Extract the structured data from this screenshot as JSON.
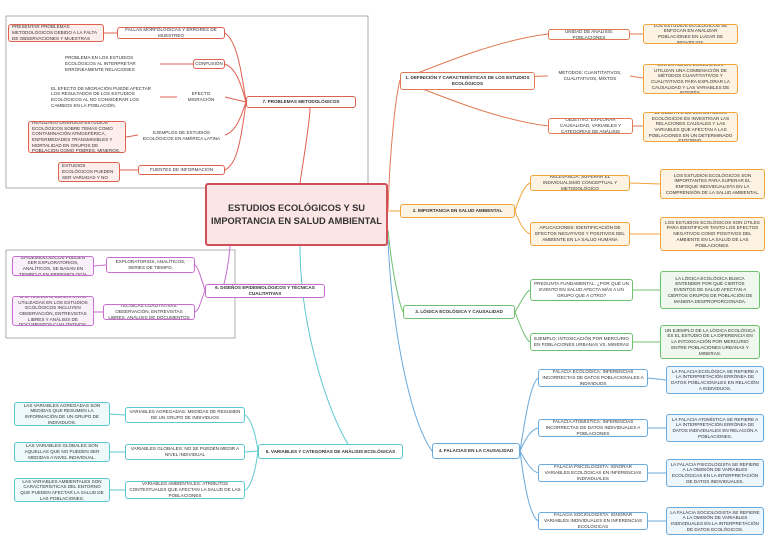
{
  "central": "ESTUDIOS ECOLÓGICOS Y SU IMPORTANCIA EN SALUD AMBIENTAL",
  "branch1": {
    "title": "1. DEFINICIÓN Y CARACTERÍSTICAS DE LOS ESTUDIOS ECOLÓGICOS",
    "a_label": "UNIDAD DE ANÁLISIS: POBLACIONES",
    "a_detail": "LOS ESTUDIOS ECOLÓGICOS SE ENFOCAN EN ANALIZAR POBLACIONES EN LUGAR DE INDIVIDUOS.",
    "b_label": "MÉTODOS: CUANTITATIVOS, CUALITATIVOS, MIXTOS",
    "b_detail": "LOS ESTUDIOS ECOLÓGICOS UTILIZAN UNA COMBINACIÓN DE MÉTODOS CUANTITATIVOS Y CUALITATIVOS PARA EXPLORAR LA CAUSALIDAD Y LAS VARIABLES DE INTERÉS.",
    "c_label": "OBJETIVO: EXPLORAR CAUSALIDAD, VARIABLES Y CATEGORÍAS DE ANÁLISIS",
    "c_detail": "EL OBJETIVO DE LOS ESTUDIOS ECOLÓGICOS ES INVESTIGAR LAS RELACIONES CAUSALES Y LAS VARIABLES QUE AFECTAN A LAS POBLACIONES EN UN DETERMINADO ENTORNO."
  },
  "branch2": {
    "title": "2. IMPORTANCIA EN SALUD AMBIENTAL",
    "a_label": "RELEVANCIA: SUPERAR EL INDIVIDUALISMO CONCEPTUAL Y METODOLÓGICO",
    "a_detail": "LOS ESTUDIOS ECOLÓGICOS SON IMPORTANTES PARA SUPERAR EL ENFOQUE INDIVIDUALISTA EN LA COMPRENSIÓN DE LA SALUD AMBIENTAL.",
    "b_label": "APLICACIONES: IDENTIFICACIÓN DE EFECTOS NEGATIVOS Y POSITIVOS DEL AMBIENTE EN LA SALUD HUMANA",
    "b_detail": "LOS ESTUDIOS ECOLÓGICOS SON ÚTILES PARA IDENTIFICAR TANTO LOS EFECTOS NEGATIVOS COMO POSITIVOS DEL AMBIENTE EN LA SALUD DE LAS POBLACIONES."
  },
  "branch3": {
    "title": "3. LÓGICA ECOLÓGICA Y CAUSALIDAD",
    "a_label": "PREGUNTA FUNDAMENTAL: ¿POR QUÉ UN EVENTO EN SALUD AFECTA MÁS A UN GRUPO QUE A OTRO?",
    "a_detail": "LA LÓGICA ECOLÓGICA BUSCA ENTENDER POR QUÉ CIERTOS EVENTOS DE SALUD AFECTAN A CIERTOS GRUPOS DE POBLACIÓN DE MANERA DESPROPORCIONADA.",
    "b_label": "EJEMPLO: INTOXICACIÓN POR MERCURIO EN POBLACIONES URBANAS VS. MINERAS",
    "b_detail": "UN EJEMPLO DE LA LÓGICA ECOLÓGICA ES EL ESTUDIO DE LA DIFERENCIA EN LA INTOXICACIÓN POR MERCURIO ENTRE POBLACIONES URBANAS Y MINERAS."
  },
  "branch4": {
    "title": "4. FALACIAS EN LA CAUSALIDAD",
    "a_label": "FALACIA ECOLÓGICA: INFERENCIAS INCORRECTAS DE DATOS POBLACIONALES A INDIVIDUOS",
    "a_detail": "LA FALACIA ECOLÓGICA SE REFIERE A LA INTERPRETACIÓN ERRÓNEA DE DATOS POBLACIONALES EN RELACIÓN A INDIVIDUOS.",
    "b_label": "FALACIA ATOMÍSTICA: INFERENCIAS INCORRECTAS DE DATOS INDIVIDUALES A POBLACIONES",
    "b_detail": "LA FALACIA ATOMÍSTICA SE REFIERE A LA INTERPRETACIÓN ERRÓNEA DE DATOS INDIVIDUALES EN RELACIÓN A POBLACIONES.",
    "c_label": "FALACIA PSICOLOGISTA: IGNORAR VARIABLES ECOLÓGICAS EN INFERENCIAS INDIVIDUALES",
    "c_detail": "LA FALACIA PSICOLOGISTA SE REFIERE A LA OMISIÓN DE VARIABLES ECOLÓGICAS EN LA INTERPRETACIÓN DE DATOS INDIVIDUALES.",
    "d_label": "FALACIA SOCIOLOGISTA: IGNORAR VARIABLES INDIVIDUALES EN INFERENCIAS ECOLÓGICAS",
    "d_detail": "LA FALACIA SOCIOLOGISTA SE REFIERE A LA OMISIÓN DE VARIABLES INDIVIDUALES EN LA INTERPRETACIÓN DE DATOS ECOLÓGICOS."
  },
  "branch5": {
    "title": "5. VARIABLES Y CATEGORÍAS DE ANÁLISIS ECOLÓGICAS",
    "a_label": "VARIABLES AGREGADAS: MEDIDAS DE RESUMEN DE UN GRUPO DE INDIVIDUOS",
    "a_detail": "LAS VARIABLES AGREGADAS SON MEDIDAS QUE RESUMEN LA INFORMACIÓN DE UN GRUPO DE INDIVIDUOS.",
    "b_label": "VARIABLES GLOBALES: NO SE PUEDEN MEDIR A NIVEL INDIVIDUAL",
    "b_detail": "LAS VARIABLES GLOBALES SON AQUELLAS QUE NO PUEDEN SER MEDIDAS A NIVEL INDIVIDUAL.",
    "c_label": "VARIABLES AMBIENTALES: ATRIBUTOS CONTEXTUALES QUE AFECTAN LA SALUD DE LAS POBLACIONES",
    "c_detail": "LAS VARIABLES AMBIENTALES SON CARACTERÍSTICAS DEL ENTORNO QUE PUEDEN AFECTAR LA SALUD DE LAS POBLACIONES."
  },
  "branch6": {
    "title": "6. DISEÑOS EPIDEMIOLÓGICOS Y TÉCNICAS CUALITATIVAS",
    "a_label": "ESTUDIOS EPIDEMIOLÓGICOS: EXPLORATORIOS, ANALÍTICOS, SERIES DE TIEMPO, EPIDEMIOLOGÍA ESPACIAL",
    "a_detail": "LOS ESTUDIOS EPIDEMIOLÓGICOS PUEDEN SER EXPLORATORIOS, ANALÍTICOS, SE BASAN EN TIEMPO O EN EPIDEMIOLOGÍA ESPACIAL.",
    "b_label": "TÉCNICAS CUALITATIVAS: OBSERVACIÓN, ENTREVISTAS LIBRES, ANÁLISIS DE DOCUMENTOS",
    "b_detail": "LAS TÉCNICAS CUALITATIVAS UTILIZADAS EN LOS ESTUDIOS ECOLÓGICOS INCLUYEN OBSERVACIÓN, ENTREVISTAS LIBRES Y ANÁLISIS DE DOCUMENTOS CUALITATIVOS."
  },
  "branch7": {
    "title": "7. PROBLEMAS METODOLÓGICOS",
    "a_label": "FUENTES DE INFORMACIÓN",
    "a_detail": "LAS FUENTES DE INFORMACIÓN EN ESTUDIOS ECOLÓGICOS PUEDEN SER VARIADAS Y NO SIEMPRE SON FIDEDIGNAS.",
    "b_label": "EJEMPLOS DE ESTUDIOS ECOLÓGICOS EN AMÉRICA LATINA",
    "b_detail": "EN AMÉRICA LATINA SE HAN REALIZADO DIVERSOS ESTUDIOS ECOLÓGICOS SOBRE TEMAS COMO CONTAMINACIÓN ATMOSFÉRICA, ENFERMEDADES TRANSMISIBLES Y MORTALIDAD EN GRUPOS DE POBLACIÓN COMO POBRES, MINEROS, NIÑOS Y PARTEROS.",
    "c_label": "EFECTO MIGRACIÓN",
    "c_detail": "EL EFECTO DE MIGRACIÓN PUEDE AFECTAR LOS RESULTADOS DE LOS ESTUDIOS ECOLÓGICOS AL NO CONSIDERAR LOS CAMBIOS EN LA POBLACIÓN.",
    "d_label": "CONFUSIÓN",
    "d_detail": "LA CONFUSIÓN PUEDE SER UN PROBLEMA EN LOS ESTUDIOS ECOLÓGICOS AL INTERPRETAR ERRÓNEAMENTE RELACIONES CAUSALES.",
    "e_label": "FALLAS MORFOLÓGICAS Y ERRORES DE MUESTREO",
    "e_detail": "LOS ESTUDIOS ECOLÓGICOS PUEDEN PRESENTAR PROBLEMAS METODOLÓGICOS DEBIDO A LA FALTA DE OBSERVACIONES Y MUESTRAS PEQUEÑAS."
  }
}
